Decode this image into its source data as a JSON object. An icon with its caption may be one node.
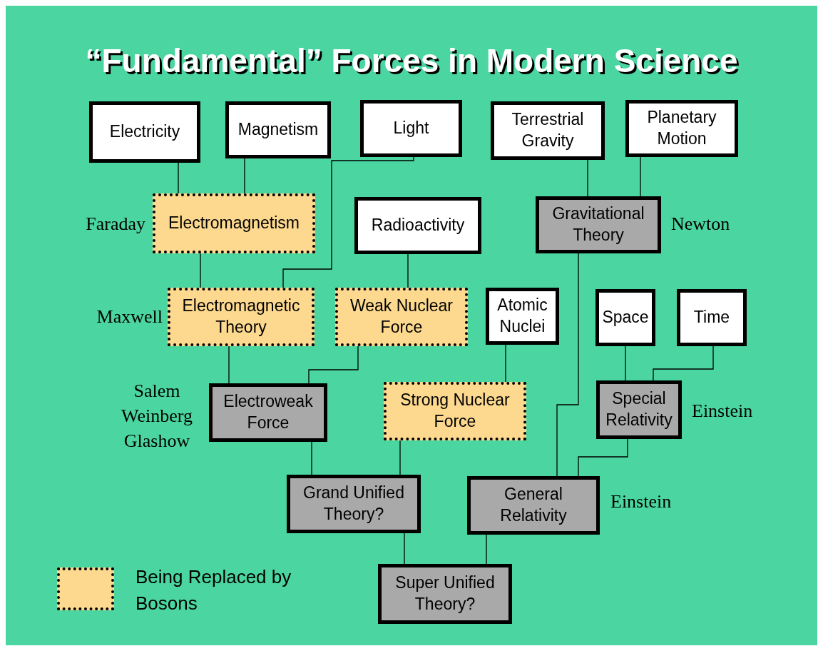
{
  "diagram": {
    "title": "“Fundamental” Forces in Modern Science",
    "nodes": [
      {
        "text": [
          "Electricity"
        ]
      },
      {
        "text": [
          "Magnetism"
        ]
      },
      {
        "text": [
          "Light"
        ]
      },
      {
        "text": [
          "Terrestrial Gravity"
        ]
      },
      {
        "text": [
          "Planetary Motion"
        ]
      },
      {
        "text": [
          "Electromagnetism"
        ],
        "beside": [
          "Faraday"
        ]
      },
      {
        "text": [
          "Radioactivity"
        ]
      },
      {
        "text": [
          "Gravitational Theory"
        ],
        "beside": [
          "Newton"
        ]
      },
      {
        "text": [
          "Electromagnetic Theory"
        ],
        "beside": [
          "Maxwell"
        ]
      },
      {
        "text": [
          "Weak Nuclear Force"
        ]
      },
      {
        "text": [
          "Atomic Nuclei"
        ]
      },
      {
        "text": [
          "Space"
        ]
      },
      {
        "text": [
          "Time"
        ]
      },
      {
        "text": [
          "Electroweak Force"
        ],
        "beside": [
          "Salem Weinberg Glashow"
        ]
      },
      {
        "text": [
          "Strong Nuclear Force"
        ]
      },
      {
        "text": [
          "Special Relativity"
        ],
        "beside": [
          "Einstein"
        ]
      },
      {
        "text": [
          "Grand Unified Theory?"
        ]
      },
      {
        "text": [
          "General Relativity"
        ],
        "beside": [
          "Einstein"
        ]
      },
      {
        "text": [
          "Super Unified Theory?"
        ]
      }
    ],
    "edges": [
      {
        "from": 0,
        "to": 5,
        "arrow": "none"
      },
      {
        "from": 1,
        "to": 5,
        "arrow": "none"
      },
      {
        "from": 2,
        "to": 8,
        "arrow": "none"
      },
      {
        "from": 5,
        "to": 8,
        "arrow": "none"
      },
      {
        "from": 6,
        "to": 9,
        "arrow": "none"
      },
      {
        "from": 3,
        "to": 7,
        "arrow": "none"
      },
      {
        "from": 4,
        "to": 7,
        "arrow": "none"
      },
      {
        "from": 8,
        "to": 13,
        "arrow": "none"
      },
      {
        "from": 9,
        "to": 13,
        "arrow": "none"
      },
      {
        "from": 10,
        "to": 14,
        "arrow": "none"
      },
      {
        "from": 11,
        "to": 15,
        "arrow": "none"
      },
      {
        "from": 12,
        "to": 15,
        "arrow": "none"
      },
      {
        "from": 7,
        "to": 17,
        "arrow": "none"
      },
      {
        "from": 15,
        "to": 17,
        "arrow": "none"
      },
      {
        "from": 13,
        "to": 16,
        "arrow": "none"
      },
      {
        "from": 14,
        "to": 16,
        "arrow": "none"
      },
      {
        "from": 16,
        "to": 18,
        "arrow": "none"
      },
      {
        "from": 17,
        "to": 18,
        "arrow": "none"
      }
    ],
    "legend": [
      {
        "text": "Being Replaced by Bosons",
        "color": "#fdd98f"
      }
    ]
  }
}
